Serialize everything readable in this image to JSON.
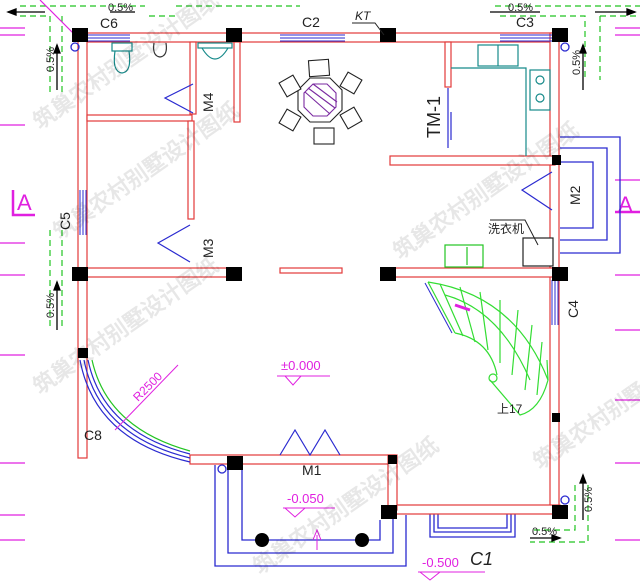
{
  "drawing": {
    "type": "floor-plan",
    "watermark": "筑巢农村别墅设计图纸",
    "colors": {
      "wall": "#e23a3a",
      "column": "#000000",
      "window": "#2a2ad0",
      "door": "#2a2ad0",
      "dimension": "#e020e0",
      "drainage": "#22c422",
      "stair": "#33dd33",
      "fixture": "#168a8a"
    }
  },
  "windows": {
    "c1": "C1",
    "c2": "C2",
    "c3": "C3",
    "c4": "C4",
    "c5": "C5",
    "c6": "C6",
    "c8": "C8"
  },
  "doors": {
    "m1": "M1",
    "m2": "M2",
    "m3": "M3",
    "m4": "M4",
    "tm1": "TM-1"
  },
  "labels": {
    "kt": "KT",
    "washing_machine": "洗衣机",
    "stairs_up": "上17",
    "radius": "R2500",
    "section_left": "A",
    "section_right": "A"
  },
  "elevations": {
    "main_floor": "±0.000",
    "entry_porch": "-0.050",
    "exterior": "-0.500"
  },
  "slopes": {
    "top_left": "0.5%",
    "top_right": "0.5%",
    "left_upper": "0.5%",
    "left_lower": "0.5%",
    "right_upper": "0.5%",
    "right_lower": "0.5%",
    "bottom_right": "0.5%"
  }
}
